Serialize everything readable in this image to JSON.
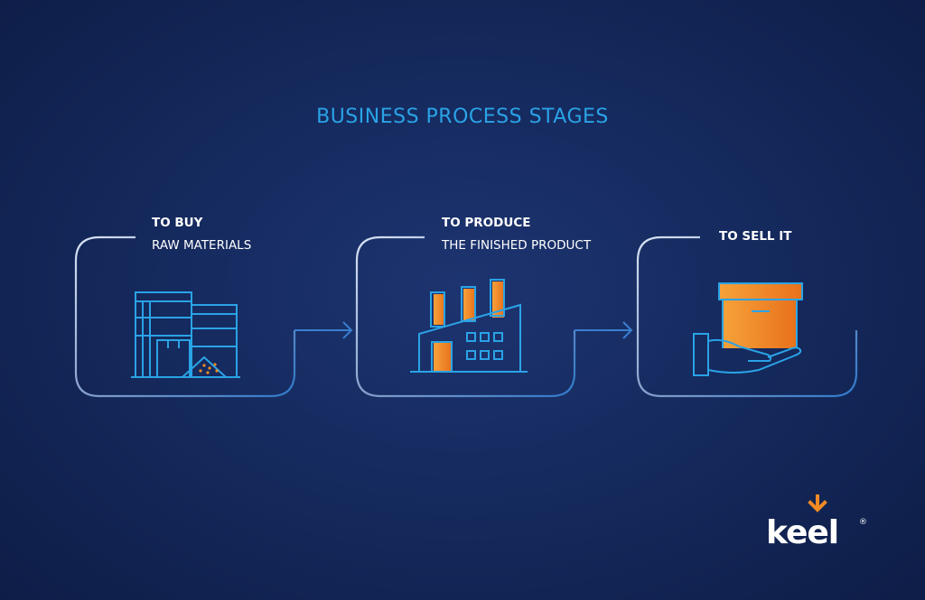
{
  "title": "BUSINESS PROCESS STAGES",
  "stages": [
    {
      "heading": "TO BUY",
      "subheading": "RAW MATERIALS",
      "icon": "raw-materials-icon"
    },
    {
      "heading": "TO PRODUCE",
      "subheading": "THE FINISHED PRODUCT",
      "icon": "factory-icon"
    },
    {
      "heading": "TO SELL IT",
      "subheading": "",
      "icon": "hand-box-icon"
    }
  ],
  "logo": {
    "text": "keel",
    "registered": "®"
  },
  "colors": {
    "accent": "#2aa3e6",
    "outline": "#8fa7cf",
    "orange": "#f08a24",
    "background": "#152a5e"
  }
}
